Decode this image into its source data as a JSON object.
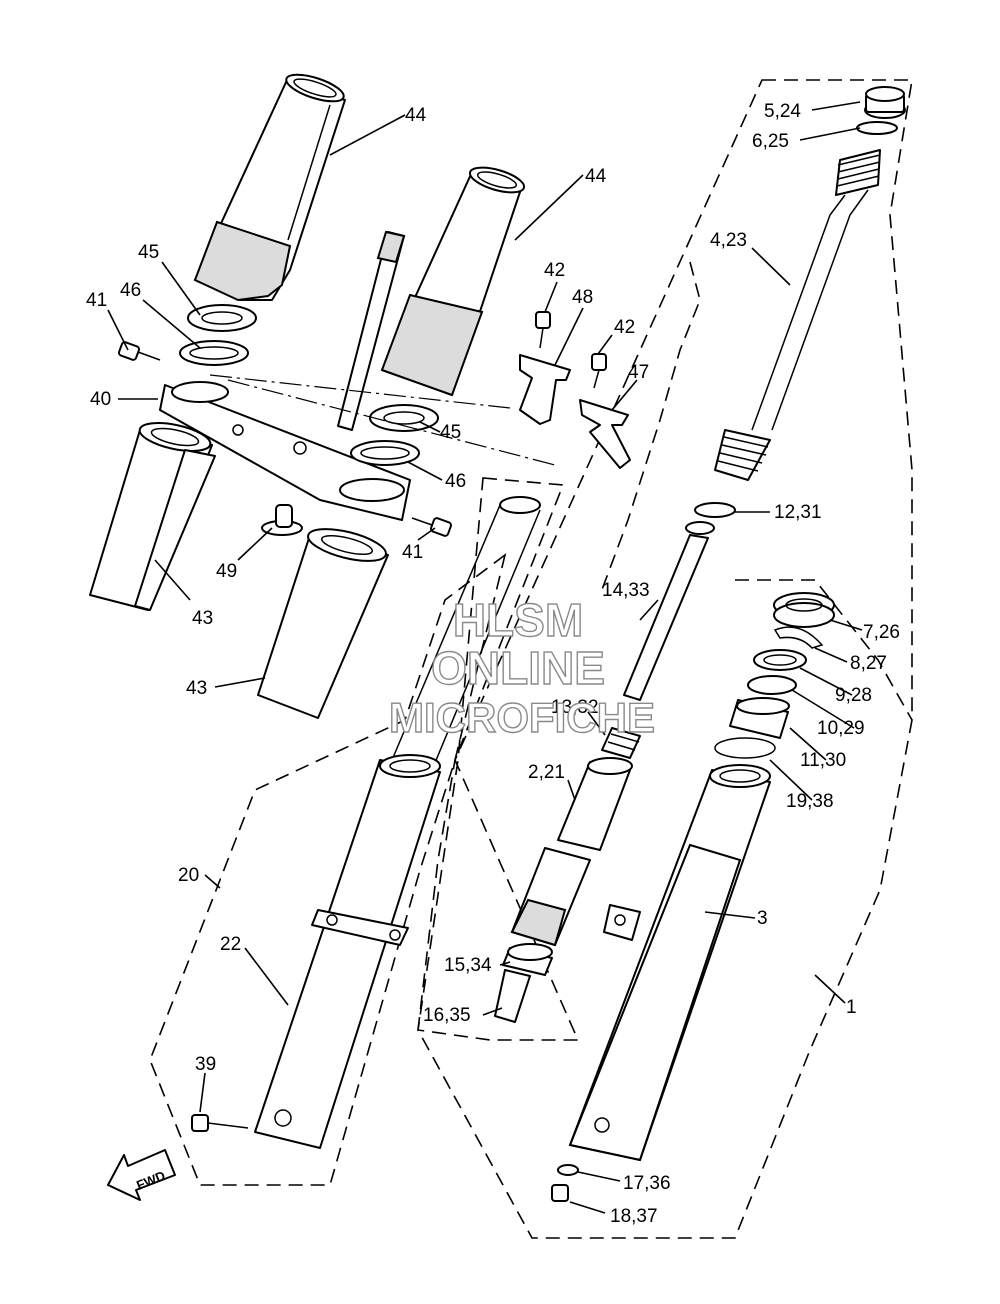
{
  "watermark": {
    "line1": "HLSM",
    "line2": "ONLINE",
    "line3": "MICROFICHE"
  },
  "fwd_label": "FWD",
  "callouts": [
    "44",
    "44",
    "45",
    "46",
    "41",
    "40",
    "42",
    "48",
    "42",
    "47",
    "45",
    "46",
    "41",
    "49",
    "43",
    "43",
    "5,24",
    "6,25",
    "4,23",
    "12,31",
    "14,33",
    "7,26",
    "8,27",
    "9,28",
    "10,29",
    "11,30",
    "13,32",
    "2,21",
    "19,38",
    "20",
    "22",
    "3",
    "15,34",
    "16,35",
    "1",
    "39",
    "17,36",
    "18,37"
  ]
}
